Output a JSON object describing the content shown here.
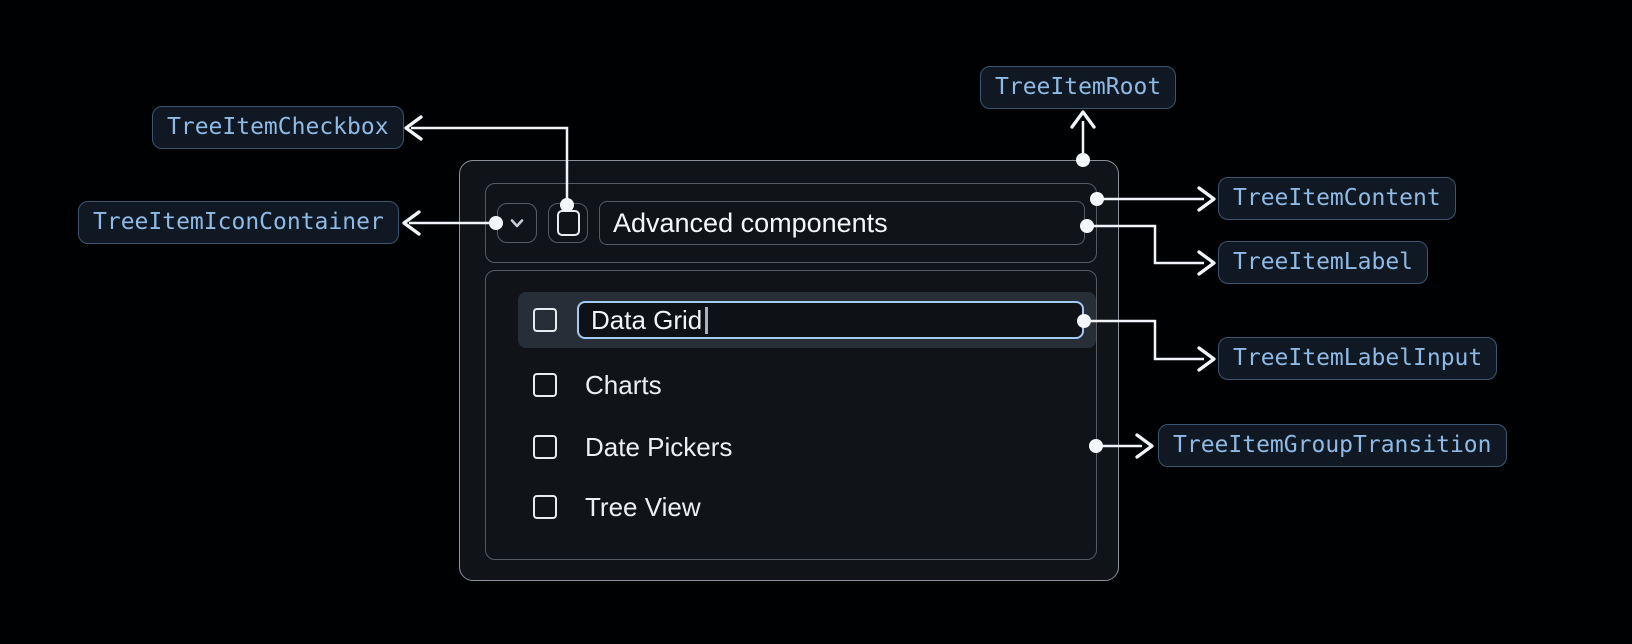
{
  "diagram": {
    "badges": {
      "checkbox": "TreeItemCheckbox",
      "icon_container": "TreeItemIconContainer",
      "root": "TreeItemRoot",
      "content": "TreeItemContent",
      "label": "TreeItemLabel",
      "label_input": "TreeItemLabelInput",
      "group_transition": "TreeItemGroupTransition"
    },
    "tree": {
      "parent": {
        "label": "Advanced components",
        "expand_icon": "chevron-down-icon",
        "checkbox_icon": "checkbox-unchecked-icon",
        "expanded": true
      },
      "items": [
        {
          "label": "Data Grid",
          "editing": true,
          "input_value": "Data Grid"
        },
        {
          "label": "Charts",
          "editing": false
        },
        {
          "label": "Date Pickers",
          "editing": false
        },
        {
          "label": "Tree View",
          "editing": false
        }
      ]
    },
    "colors": {
      "page_background": "#000103",
      "surface_background": "#101419",
      "root_border": "#8B919A",
      "inner_border": "#545B63",
      "selected_row_background": "#262E38",
      "input_focus_border": "#A3C9F0",
      "badge_background": "#0F1823",
      "badge_border": "#3C5671",
      "badge_text": "#8FBAE5",
      "connector": "#F1F4F8",
      "text_primary": "#F2F4F7"
    }
  }
}
